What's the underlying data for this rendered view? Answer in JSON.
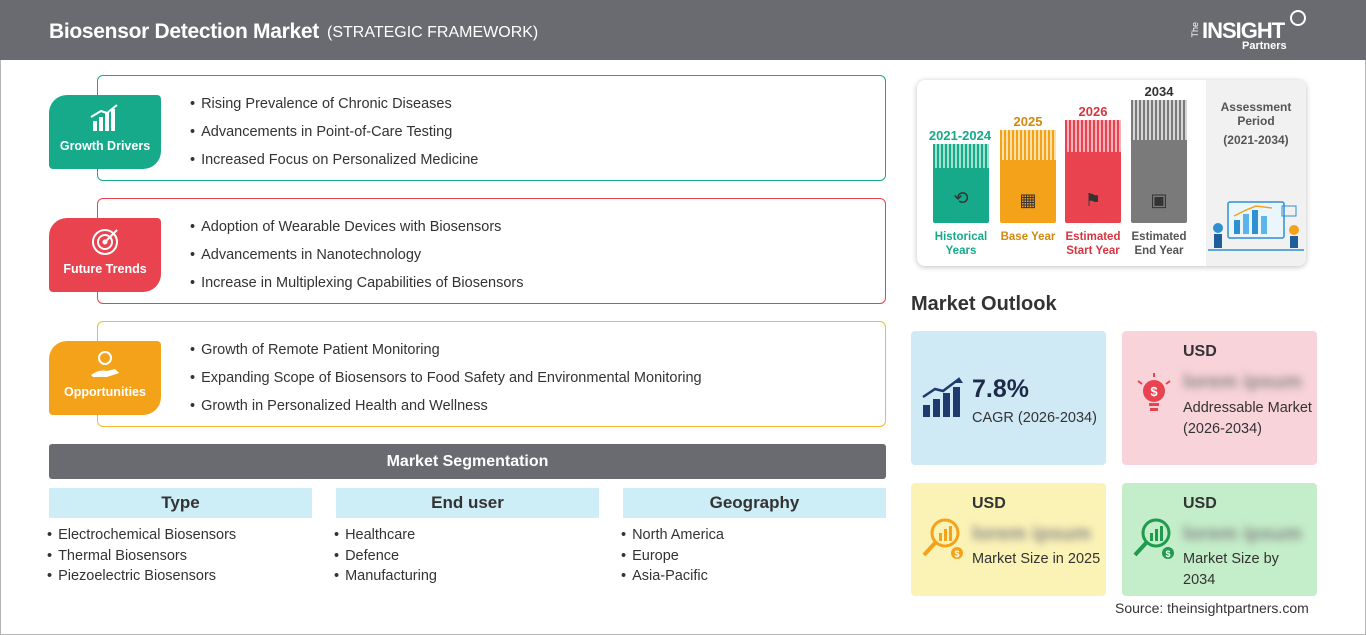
{
  "header": {
    "title": "Biosensor Detection Market",
    "subtitle": "(STRATEGIC FRAMEWORK)",
    "logo": {
      "the": "The",
      "insight": "INSIGHT",
      "partners": "Partners"
    }
  },
  "framework": [
    {
      "label": "Growth Drivers",
      "icon": "growth-chart-icon",
      "color": "#16a98a",
      "items": [
        "Rising Prevalence of Chronic Diseases",
        "Advancements in Point-of-Care Testing",
        "Increased Focus on Personalized Medicine"
      ]
    },
    {
      "label": "Future Trends",
      "icon": "target-icon",
      "color": "#e8434f",
      "items": [
        "Adoption of Wearable Devices with Biosensors",
        "Advancements in Nanotechnology",
        "Increase in Multiplexing Capabilities of Biosensors"
      ]
    },
    {
      "label": "Opportunities",
      "icon": "idea-hand-icon",
      "color": "#f5a21b",
      "items": [
        "Growth of Remote Patient Monitoring",
        "Expanding Scope of Biosensors to Food Safety and Environmental Monitoring",
        "Growth in Personalized Health and Wellness"
      ]
    }
  ],
  "segmentation": {
    "title": "Market Segmentation",
    "columns": [
      {
        "head": "Type",
        "items": [
          "Electrochemical Biosensors",
          "Thermal Biosensors",
          "Piezoelectric Biosensors"
        ]
      },
      {
        "head": "End user",
        "items": [
          "Healthcare",
          "Defence",
          "Manufacturing"
        ]
      },
      {
        "head": "Geography",
        "items": [
          "North America",
          "Europe",
          "Asia-Pacific"
        ]
      }
    ]
  },
  "timeline": {
    "bars": [
      {
        "year": "2021-2024",
        "label": "Historical Years",
        "color": "#16a98a",
        "icon": "history-icon"
      },
      {
        "year": "2025",
        "label": "Base Year",
        "color": "#f5a21b",
        "icon": "calendar-icon"
      },
      {
        "year": "2026",
        "label": "Estimated Start Year",
        "color": "#e8434f",
        "icon": "start-flag-icon"
      },
      {
        "year": "2034",
        "label": "Estimated End Year",
        "color": "#7a7a7a",
        "icon": "monitor-icon"
      }
    ],
    "assessment_title": "Assessment Period",
    "assessment_range": "(2021-2034)"
  },
  "outlook": {
    "title": "Market Outlook",
    "cagr": {
      "value": "7.8%",
      "desc": "CAGR (2026-2034)",
      "bg": "#cfe9f5"
    },
    "addressable": {
      "usd": "USD",
      "value": "lorem ipsum",
      "desc": "Addressable Market (2026-2034)",
      "bg": "#f9d3da"
    },
    "size2025": {
      "usd": "USD",
      "value": "lorem ipsum",
      "desc": "Market Size in 2025",
      "bg": "#fbf3b6"
    },
    "size2034": {
      "usd": "USD",
      "value": "lorem ipsum",
      "desc": "Market Size by 2034",
      "bg": "#c4eec9"
    }
  },
  "source": "Source: theinsightpartners.com"
}
